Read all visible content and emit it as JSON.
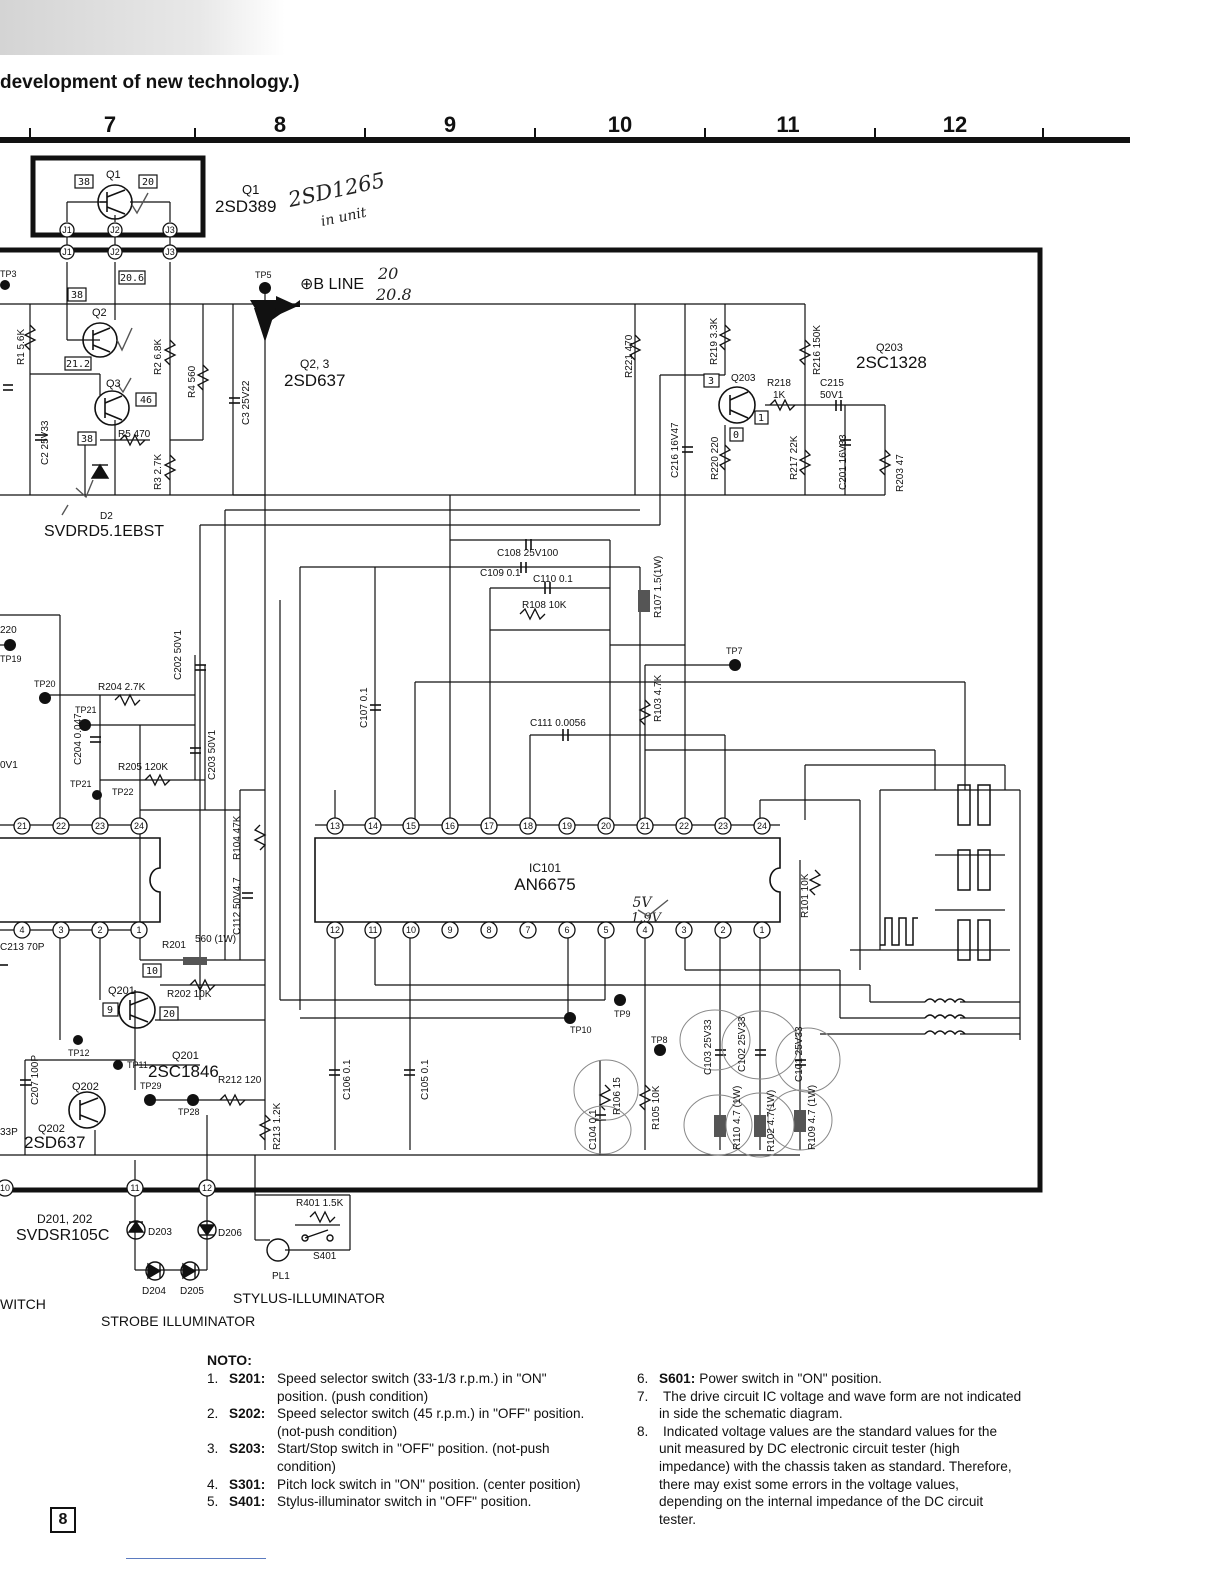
{
  "header": "development of new technology.)",
  "grid_numbers": [
    "7",
    "8",
    "9",
    "10",
    "11",
    "12"
  ],
  "transistor_labels": {
    "q1_id": "Q1",
    "q1_part": "2SD389",
    "q1_hand_a": "2SD1265",
    "q1_hand_b": "in unit",
    "q23_id": "Q2, 3",
    "q23_part": "2SD637",
    "q203_id": "Q203",
    "q203_part": "2SC1328",
    "q201_id": "Q201",
    "q201_part": "2SC1846",
    "q202_id": "Q202",
    "q202_part": "2SD637",
    "d2_id": "D2",
    "d2_part": "SVDRD5.1EBST"
  },
  "bline": {
    "label": "⊕B LINE",
    "hand_a": "20",
    "hand_b": "20.8"
  },
  "voltage_boxes": [
    "38",
    "20",
    "20.6",
    "38",
    "21.2",
    "46",
    "38",
    "3",
    "1",
    "0",
    "10",
    "9",
    "20"
  ],
  "test_points": [
    "TP3",
    "TP5",
    "TP7",
    "TP8",
    "TP9",
    "TP10",
    "TP11",
    "TP12",
    "TP19",
    "TP20",
    "TP21",
    "TP22",
    "TP28",
    "TP29"
  ],
  "components": {
    "r1": "R1 5.6K",
    "r2": "R2 6.8K",
    "r3": "R3 2.7K",
    "r4": "R4 560",
    "r5": "R5 470",
    "c2": "C2 25V33",
    "c3": "C3 25V22",
    "r221": "R221 470",
    "r219": "R219 3.3K",
    "r216": "R216 150K",
    "r218": "R218",
    "r218v": "1K",
    "c215": "C215",
    "c215v": "50V1",
    "r220": "R220 220",
    "r217": "R217 22K",
    "c201": "C201 16V33",
    "r203": "R203 47",
    "c216": "C216 16V47",
    "c108": "C108 25V100",
    "c109": "C109 0.1",
    "c110": "C110 0.1",
    "r108": "R108 10K",
    "r107": "R107 1.5(1W)",
    "r204": "R204 2.7K",
    "c202": "C202 50V1",
    "c204": "C204 0.047",
    "r205": "R205 120K",
    "c203": "C203 50V1",
    "c107": "C107 0.1",
    "r103": "R103 4.7K",
    "c111": "C111 0.0056",
    "r104": "R104 47K",
    "c112": "C112 50V4.7",
    "r201": "R201",
    "r201v": "560 (1W)",
    "r202": "R202 10K",
    "r101": "R101 10K",
    "c207": "C207 100P",
    "r212": "R212 120",
    "r213": "R213 1.2K",
    "c106": "C106 0.1",
    "c105": "C105 0.1",
    "r106": "R106 15",
    "c104": "C104 0.1",
    "r105": "R105 10K",
    "c103": "C103 25V33",
    "c102": "C102 25V33",
    "c101": "C101 25V33",
    "r110": "R110 4.7 (1W)",
    "r102": "R102 4.7(1W)",
    "r109": "R109 4.7 (1W)",
    "r401": "R401 1.5K",
    "s401": "S401",
    "pl1": "PL1",
    "d203": "D203",
    "d204": "D204",
    "d205": "D205",
    "d206": "D206",
    "c213": "C213 70P",
    "c220": "220",
    "cv1": "0V1",
    "c33p": "33P"
  },
  "ic": {
    "id": "IC101",
    "part": "AN6675",
    "hand_a": "5V",
    "hand_b": "1.9V",
    "top_pins": [
      "13",
      "14",
      "15",
      "16",
      "17",
      "18",
      "19",
      "20",
      "21",
      "22",
      "23",
      "24"
    ],
    "bottom_pins": [
      "12",
      "11",
      "10",
      "9",
      "8",
      "7",
      "6",
      "5",
      "4",
      "3",
      "2",
      "1"
    ],
    "left_top_pins": [
      "21",
      "22",
      "23",
      "24"
    ],
    "left_bottom_pins": [
      "4",
      "3",
      "2",
      "1"
    ]
  },
  "connectors": {
    "j1": "J1",
    "j2": "J2",
    "j3": "J3",
    "c10": "10",
    "c11": "11",
    "c12": "12"
  },
  "bottom_labels": {
    "d201": "D201, 202",
    "d201_part": "SVDSR105C",
    "switch": "WITCH",
    "strobe": "STROBE ILLUMINATOR",
    "stylus": "STYLUS-ILLUMINATOR"
  },
  "notes_title": "NOTO:",
  "notes_left": [
    {
      "num": "1.",
      "key": "S201:",
      "text": "Speed selector switch (33-1/3 r.p.m.) in \"ON\" position. (push condition)"
    },
    {
      "num": "2.",
      "key": "S202:",
      "text": "Speed selector switch (45 r.p.m.) in \"OFF\" position. (not-push condition)"
    },
    {
      "num": "3.",
      "key": "S203:",
      "text": "Start/Stop switch in \"OFF\" position. (not-push condition)"
    },
    {
      "num": "4.",
      "key": "S301:",
      "text": "Pitch lock switch in \"ON\" position. (center position)"
    },
    {
      "num": "5.",
      "key": "S401:",
      "text": "Stylus-illuminator switch in \"OFF\" position."
    }
  ],
  "notes_right": [
    {
      "num": "6.",
      "key": "S601:",
      "text": "Power switch in \"ON\" position."
    },
    {
      "num": "7.",
      "key": "",
      "text": "The drive circuit IC voltage and wave form are not indicated in side the schematic diagram."
    },
    {
      "num": "8.",
      "key": "",
      "text": "Indicated voltage values are the standard values for the unit measured by DC electronic circuit tester (high impedance) with the chassis taken as standard. Therefore, there may exist some errors in the voltage values, depending on the internal impedance of the DC circuit tester."
    }
  ],
  "page_number": "8"
}
